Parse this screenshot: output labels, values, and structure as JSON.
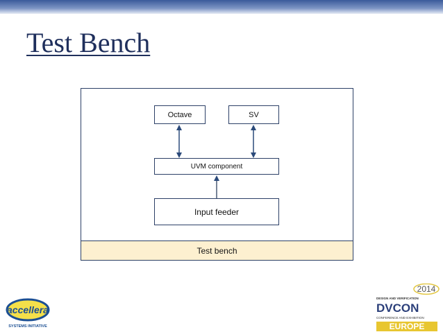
{
  "slide": {
    "title": "Test Bench"
  },
  "diagram": {
    "nodes": {
      "octave": "Octave",
      "sv": "SV",
      "uvm": "UVM component",
      "feeder": "Input feeder",
      "testbench": "Test bench"
    },
    "edges": [
      {
        "from": "octave",
        "to": "uvm",
        "type": "bidirectional"
      },
      {
        "from": "sv",
        "to": "uvm",
        "type": "bidirectional"
      },
      {
        "from": "feeder",
        "to": "uvm",
        "type": "directed"
      }
    ],
    "colors": {
      "border": "#2b3f66",
      "arrow": "#2b4a7a",
      "testbench_fill": "#fdf0d0"
    }
  },
  "logos": {
    "left": {
      "name": "accellera",
      "subtitle": "SYSTEMS INITIATIVE"
    },
    "right": {
      "year": "2014",
      "line1": "DESIGN AND VERIFICATION",
      "name": "DVCON",
      "line2": "CONFERENCE AND EXHIBITION",
      "region": "EUROPE"
    }
  }
}
